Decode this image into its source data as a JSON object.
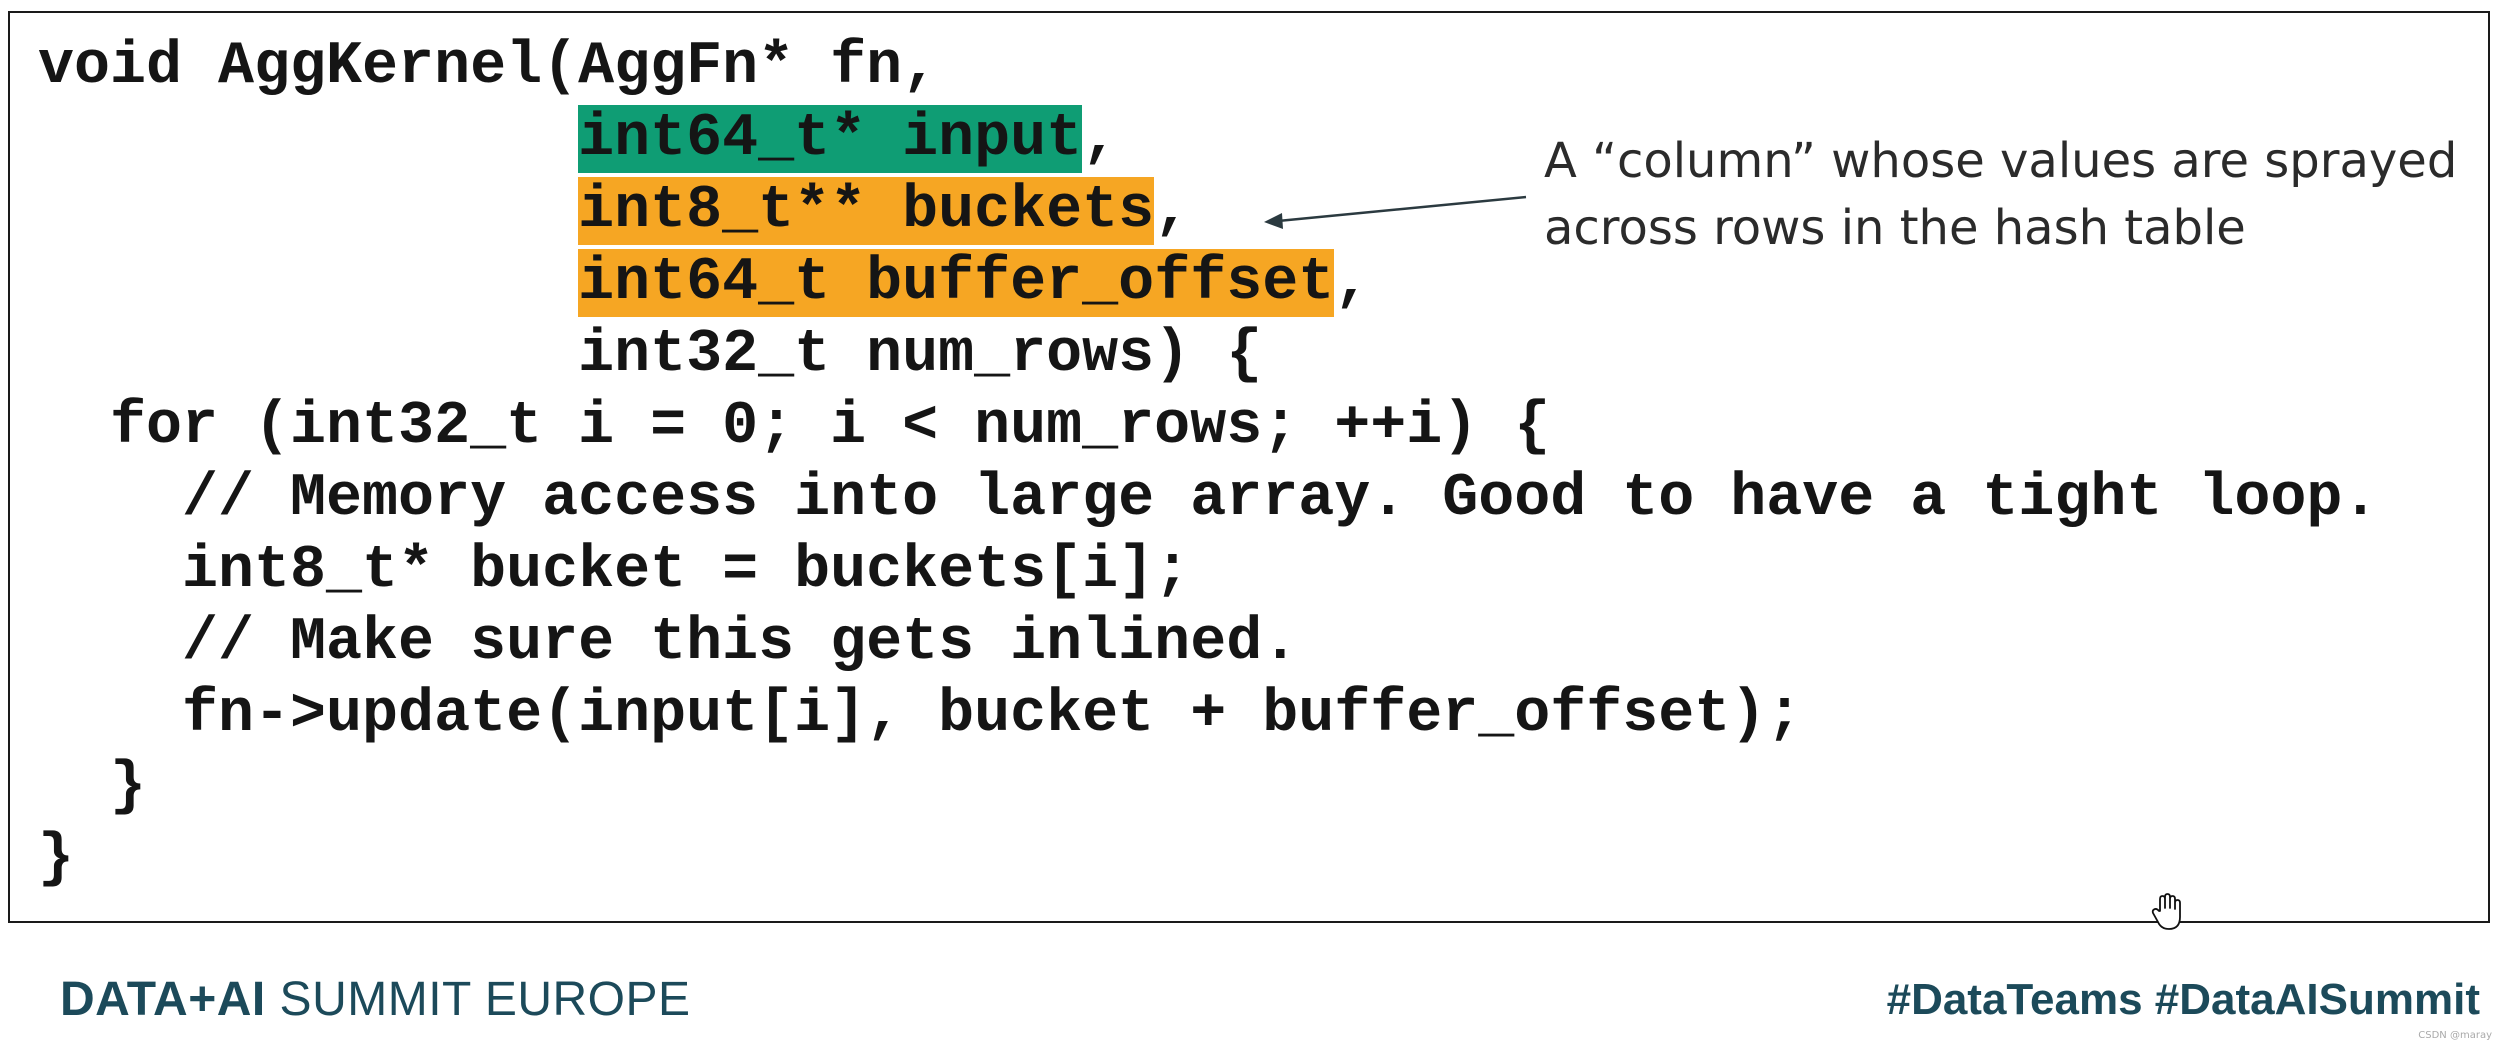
{
  "code": {
    "line1": "void AggKernel(AggFn* fn,",
    "line2_pad": "               ",
    "line2_hl": "int64_t* input",
    "line2_tail": ",",
    "line3_pad": "               ",
    "line3_hl": "int8_t** buckets",
    "line3_tail": ",",
    "line4_pad": "               ",
    "line4_hl": "int64_t buffer_offset",
    "line4_tail": ",",
    "line5": "               int32_t num_rows) {",
    "line6": "  for (int32_t i = 0; i < num_rows; ++i) {",
    "line7": "    // Memory access into large array. Good to have a tight loop.",
    "line8": "    int8_t* bucket = buckets[i];",
    "line9": "    // Make sure this gets inlined.",
    "line10": "    fn->update(input[i], bucket + buffer_offset);",
    "line11": "  }",
    "line12": "}"
  },
  "annotation": {
    "line1": "A “column” whose values are sprayed",
    "line2": "across rows in the hash table"
  },
  "footer": {
    "brand_bold": "DATA+AI",
    "brand_rest": " SUMMIT EUROPE",
    "hashtags": "#DataTeams  #DataAISummit",
    "watermark": "CSDN @maray"
  },
  "colors": {
    "highlight_green": "#0f9d74",
    "highlight_orange": "#f6a623",
    "brand": "#1c4a5a"
  },
  "icons": {
    "cursor": "hand-cursor-icon",
    "arrow": "pointer-arrow-icon"
  }
}
